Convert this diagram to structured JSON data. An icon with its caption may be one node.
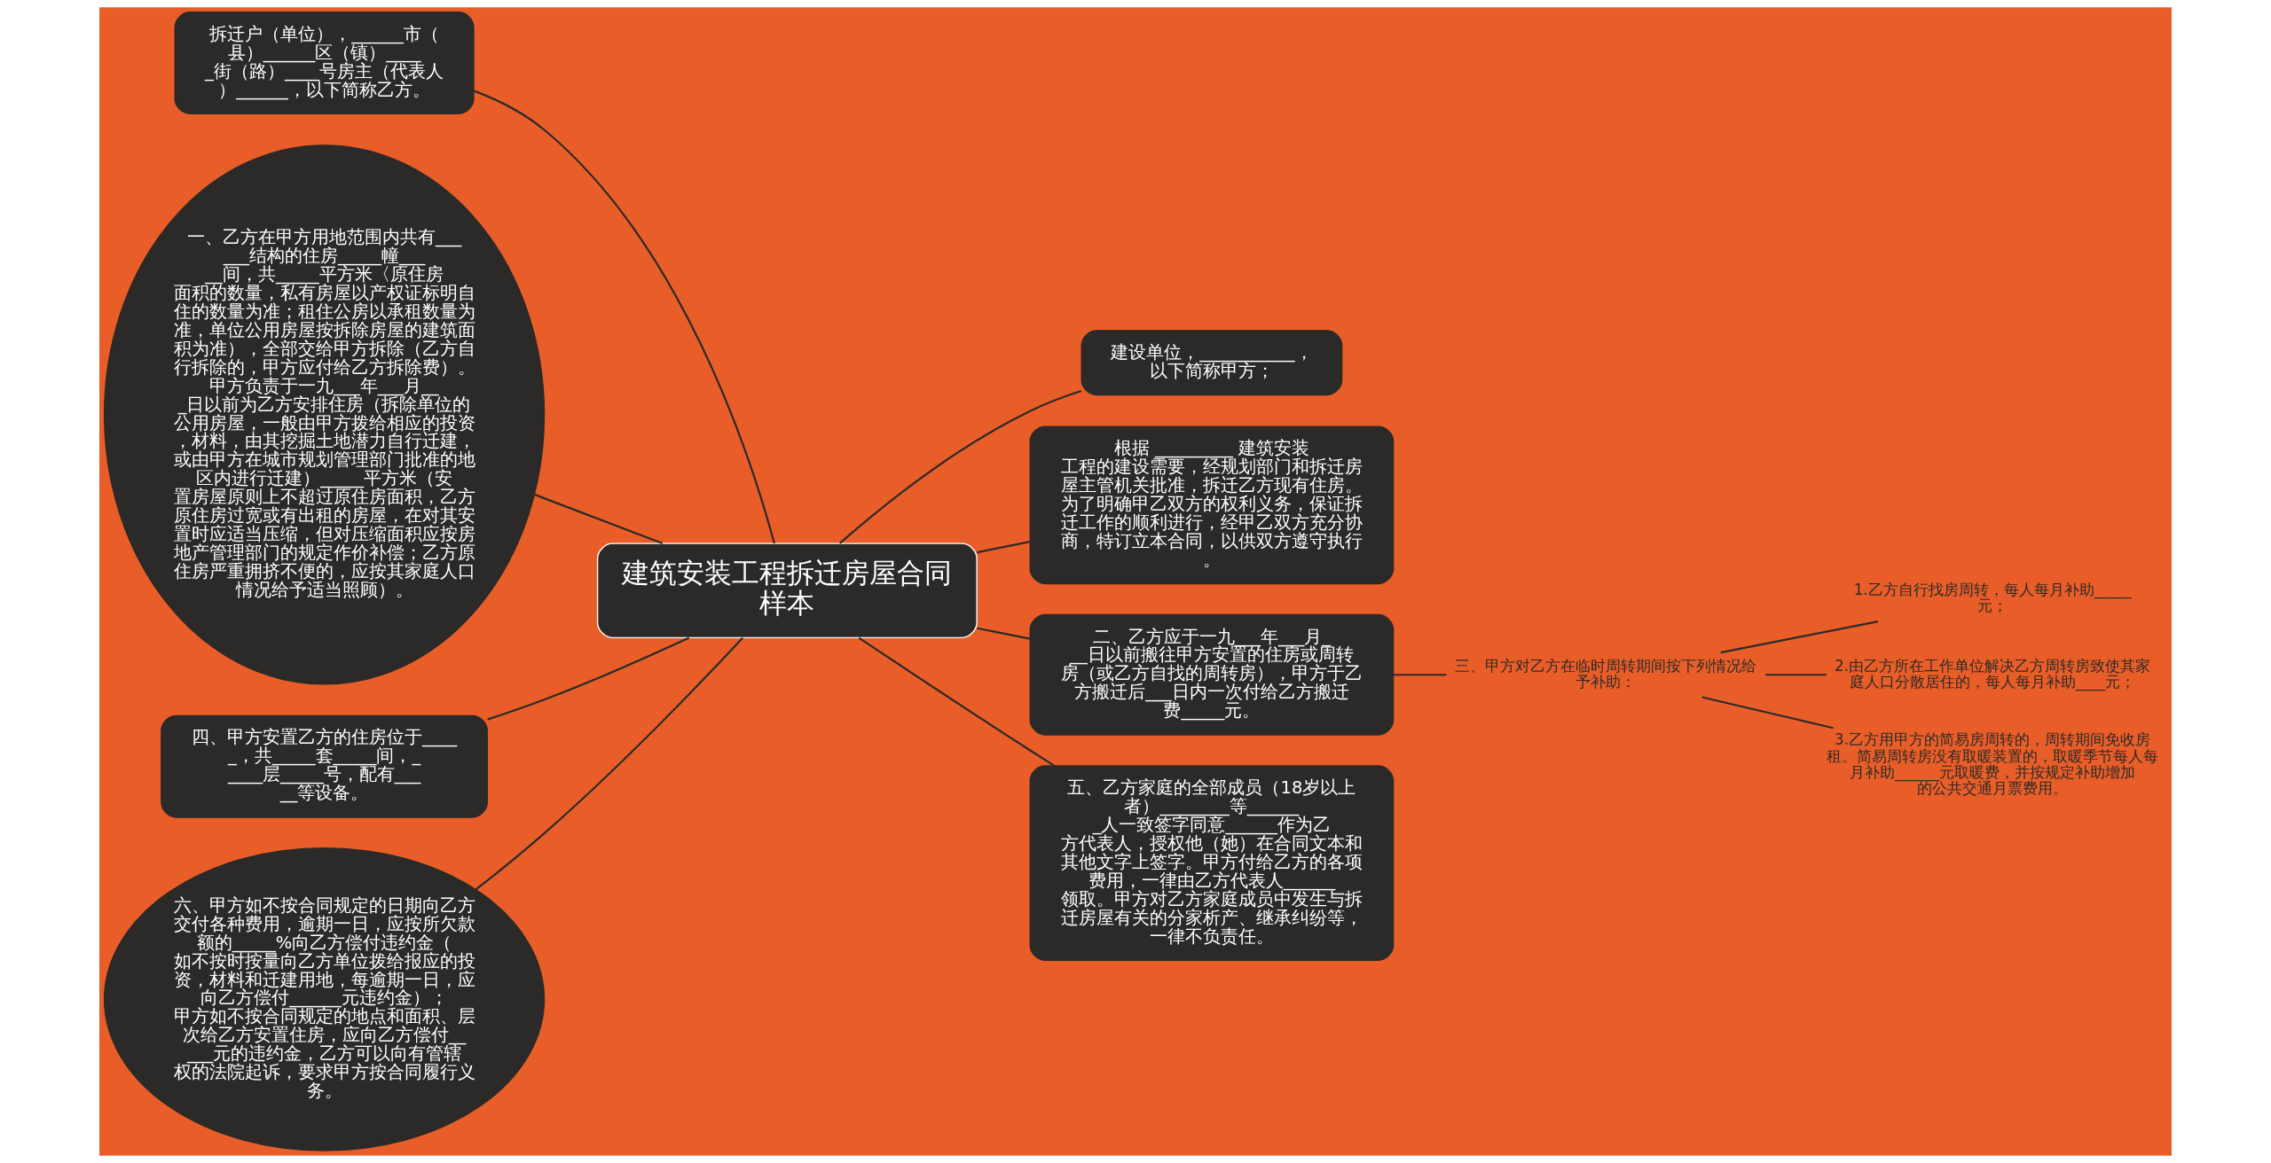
{
  "diagram": {
    "nodes": [
      {
        "text": [
          "建筑安装工程拆迁房屋合同样本"
        ]
      },
      {
        "text": [
          "拆迁户（单位），______市（县）______区（镇）_____街（路）____号房主（代表人）______，以下简称乙方。"
        ]
      },
      {
        "text": [
          "一、乙方在甲方用地范围内共有______结构的住房_____幢_____间，共_____平方米〈原住房面积的数量，私有房屋以产权证标明自住的数量为准；租住公房以承租数量为准，单位公用房屋按拆除房屋的建筑面积为准），全部交给甲方拆除（乙方自行拆除的，甲方应付给乙方拆除费）。甲方负责于一九___年___月___日以前为乙方安排住房（拆除单位的公用房屋，一般由甲方拨给相应的投资，材料，由其挖掘土地潜力自行迁建，或由甲方在城市规划管理部门批准的地区内进行迁建）_____平方米（安置房屋原则上不超过原住房面积，乙方原住房过宽或有出租的房屋，在对其安置时应适当压缩，但对压缩面积应按房地产管理部门的规定作价补偿；乙方原住房严重拥挤不便的，应按其家庭人口情况给予适当照顾）。"
        ]
      },
      {
        "text": [
          "四、甲方安置乙方的住房位于_____，共_____套_____间，_____层_____号，配有_____等设备。"
        ]
      },
      {
        "text": [
          "六、甲方如不按合同规定的日期向乙方交付各种费用，逾期一日，应按所欠款额的_____%向乙方偿付违约金（如不按时按量向乙方单位拨给报应的投资，材料和迁建用地，每逾期一日，应向乙方偿付______元违约金）；甲方如不按合同规定的地点和面积、层次给乙方安置住房，应向乙方偿付_____元的违约金，乙方可以向有管辖权的法院起诉，要求甲方按合同履行义务。"
        ]
      },
      {
        "text": [
          "建设单位，___________，以下简称甲方；"
        ]
      },
      {
        "text": [
          "根据 _________ 建筑安装工程的建设需要，经规划部门和拆迁房屋主管机关批准，拆迁乙方现有住房。为了明确甲乙双方的权利义务，保证拆迁工作的顺利进行，经甲乙双方充分协商，特订立本合同，以供双方遵守执行。"
        ]
      },
      {
        "text": [
          "二、乙方应于一九___年___月___日以前搬往甲方安置的住房或周转房（或乙方自找的周转房），甲方于乙方搬迁后___日内一次付给乙方搬迁费_____元。"
        ]
      },
      {
        "text": [
          "三、甲方对乙方在临时周转期间按下列情况给予补助："
        ]
      },
      {
        "text": [
          "1.乙方自行找房周转，每人每月补助_____元；"
        ]
      },
      {
        "text": [
          "2.由乙方所在工作单位解决乙方周转房致使其家庭人口分散居住的，每人每月补助____元；"
        ]
      },
      {
        "text": [
          "3.乙方用甲方的简易房周转的，周转期间免收房租。简易周转房没有取暖装置的，取暖季节每人每月补助______元取暖费，并按规定补助增加的公共交通月票费用。"
        ]
      },
      {
        "text": [
          "五、乙方家庭的全部成员（18岁以上者）________等_______人一致签字同意______作为乙方代表人，授权他（她）在合同文本和其他文字上签字。甲方付给乙方的各项费用，一律由乙方代表人______领取。甲方对乙方家庭成员中发生与拆迁房屋有关的分家析产、继承纠纷等，一律不负责任。"
        ]
      }
    ],
    "edges": [
      {
        "from": 1,
        "to": 0,
        "arrow": "none"
      },
      {
        "from": 2,
        "to": 0,
        "arrow": "none"
      },
      {
        "from": 3,
        "to": 0,
        "arrow": "none"
      },
      {
        "from": 4,
        "to": 0,
        "arrow": "none"
      },
      {
        "from": 0,
        "to": 5,
        "arrow": "none"
      },
      {
        "from": 0,
        "to": 6,
        "arrow": "none"
      },
      {
        "from": 0,
        "to": 7,
        "arrow": "none"
      },
      {
        "from": 7,
        "to": 8,
        "arrow": "none"
      },
      {
        "from": 8,
        "to": 9,
        "arrow": "none"
      },
      {
        "from": 8,
        "to": 10,
        "arrow": "none"
      },
      {
        "from": 8,
        "to": 11,
        "arrow": "none"
      },
      {
        "from": 0,
        "to": 12,
        "arrow": "none"
      }
    ]
  }
}
